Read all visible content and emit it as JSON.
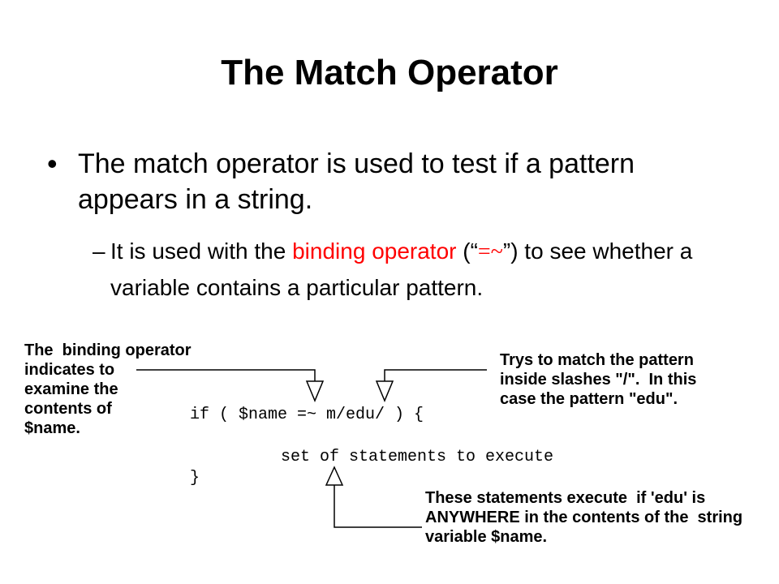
{
  "slide": {
    "title": "The Match Operator",
    "bullet_symbol": "•",
    "bullet_text": "The match operator is used to test if  a pattern appears in a string.",
    "sub_symbol": "–",
    "sub_text_before": "It is used with the ",
    "sub_text_highlight": "binding operator",
    "sub_text_paren_open": " (“",
    "sub_text_operator": "=~",
    "sub_text_paren_close": "”)",
    "sub_text_after": " to see whether a variable contains a particular pattern."
  },
  "annotations": {
    "left": "The  binding operator\nindicates to\nexamine the\ncontents of\n$name.",
    "right": "Trys to match the pattern\ninside slashes \"/\".  In this\ncase the pattern \"edu\".",
    "bottom": "These statements execute  if 'edu' is\nANYWHERE in the contents of the  string\nvariable $name."
  },
  "code": {
    "line1": "if ( $name =~ m/edu/ ) {",
    "line2": "set of statements to execute",
    "line3": "}"
  },
  "colors": {
    "highlight": "#ff0000",
    "text": "#000000",
    "background": "#ffffff"
  }
}
